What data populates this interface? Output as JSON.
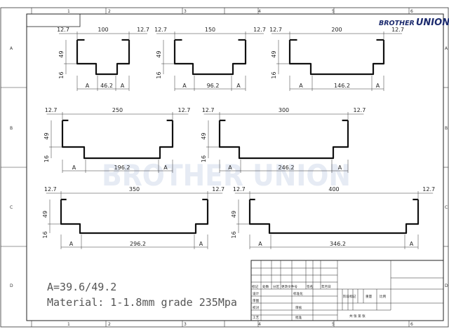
{
  "brand": {
    "left": "BROTHER",
    "right": "UNION",
    "left_color": "#1c2b6e",
    "right_color": "#1c2b6e"
  },
  "watermark": "BROTHER UNION",
  "grid": {
    "cols": [
      "1",
      "2",
      "3",
      "4",
      "5",
      "6"
    ],
    "rows": [
      "A",
      "B",
      "C",
      "D"
    ]
  },
  "profiles": [
    {
      "id": "p100",
      "flange": "12.7",
      "width": "100",
      "base": "46.2",
      "a": "A",
      "h1": "49",
      "h2": "16"
    },
    {
      "id": "p150",
      "flange": "12.7",
      "width": "150",
      "base": "96.2",
      "a": "A",
      "h1": "49",
      "h2": "16"
    },
    {
      "id": "p200",
      "flange": "12.7",
      "width": "200",
      "base": "146.2",
      "a": "A",
      "h1": "49",
      "h2": "16"
    },
    {
      "id": "p250",
      "flange": "12.7",
      "width": "250",
      "base": "196.2",
      "a": "A",
      "h1": "49",
      "h2": "16"
    },
    {
      "id": "p300",
      "flange": "12.7",
      "width": "300",
      "base": "246.2",
      "a": "A",
      "h1": "49",
      "h2": "16"
    },
    {
      "id": "p350",
      "flange": "12.7",
      "width": "350",
      "base": "296.2",
      "a": "A",
      "h1": "49",
      "h2": "16"
    },
    {
      "id": "p400",
      "flange": "12.7",
      "width": "400",
      "base": "346.2",
      "a": "A",
      "h1": "49",
      "h2": "16"
    }
  ],
  "notes": {
    "a_value": "A=39.6/49.2",
    "material": "Material: 1-1.8mm grade 235Mpa"
  },
  "title_block": {
    "header": [
      "标记",
      "处数",
      "分区",
      "更改文件号",
      "签名",
      "年月日"
    ],
    "rows": [
      "设计",
      "标准化",
      "审图",
      "审核",
      "校对",
      "工艺",
      "批准"
    ],
    "right_header": [
      "阶段标记",
      "重量",
      "比例"
    ],
    "sheet": "共   张   第   张"
  }
}
